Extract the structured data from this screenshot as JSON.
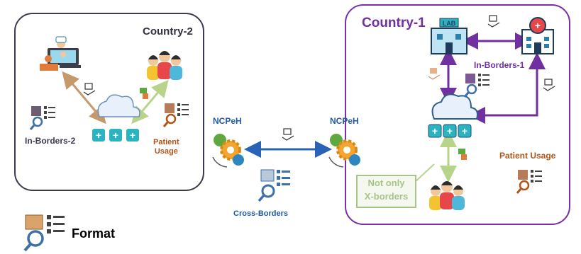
{
  "regions": {
    "country2": "Country-2",
    "country1": "Country-1"
  },
  "labels": {
    "in_borders_2": "In-Borders-2",
    "patient_usage_left_line1": "Patient",
    "patient_usage_left_line2": "Usage",
    "in_borders_1": "In-Borders-1",
    "patient_usage_right": "Patient Usage",
    "ncpeh_left": "NCPeH",
    "ncpeh_right": "NCPeH",
    "cross_borders": "Cross-Borders",
    "not_only_line1": "Not only",
    "not_only_line2": "X-borders",
    "lab_sign": "LAB",
    "format_legend": "Format"
  },
  "colors": {
    "country1_border": "#7a2ea8",
    "country2_border": "#3c3c50",
    "cross_border_arrow": "#2a62b8",
    "in_borders_1_arrow": "#7030a0",
    "doctor_link": "#c49a6c",
    "patient_link": "#b8d48a",
    "accent_text_orange": "#b05418"
  },
  "icons": [
    "doctor-consultation-icon",
    "patient-group-icon",
    "cloud-network-icon",
    "data-format-icon",
    "lab-building-icon",
    "hospital-icon",
    "gear-icon",
    "hand-share-icon",
    "magnifier-icon"
  ]
}
